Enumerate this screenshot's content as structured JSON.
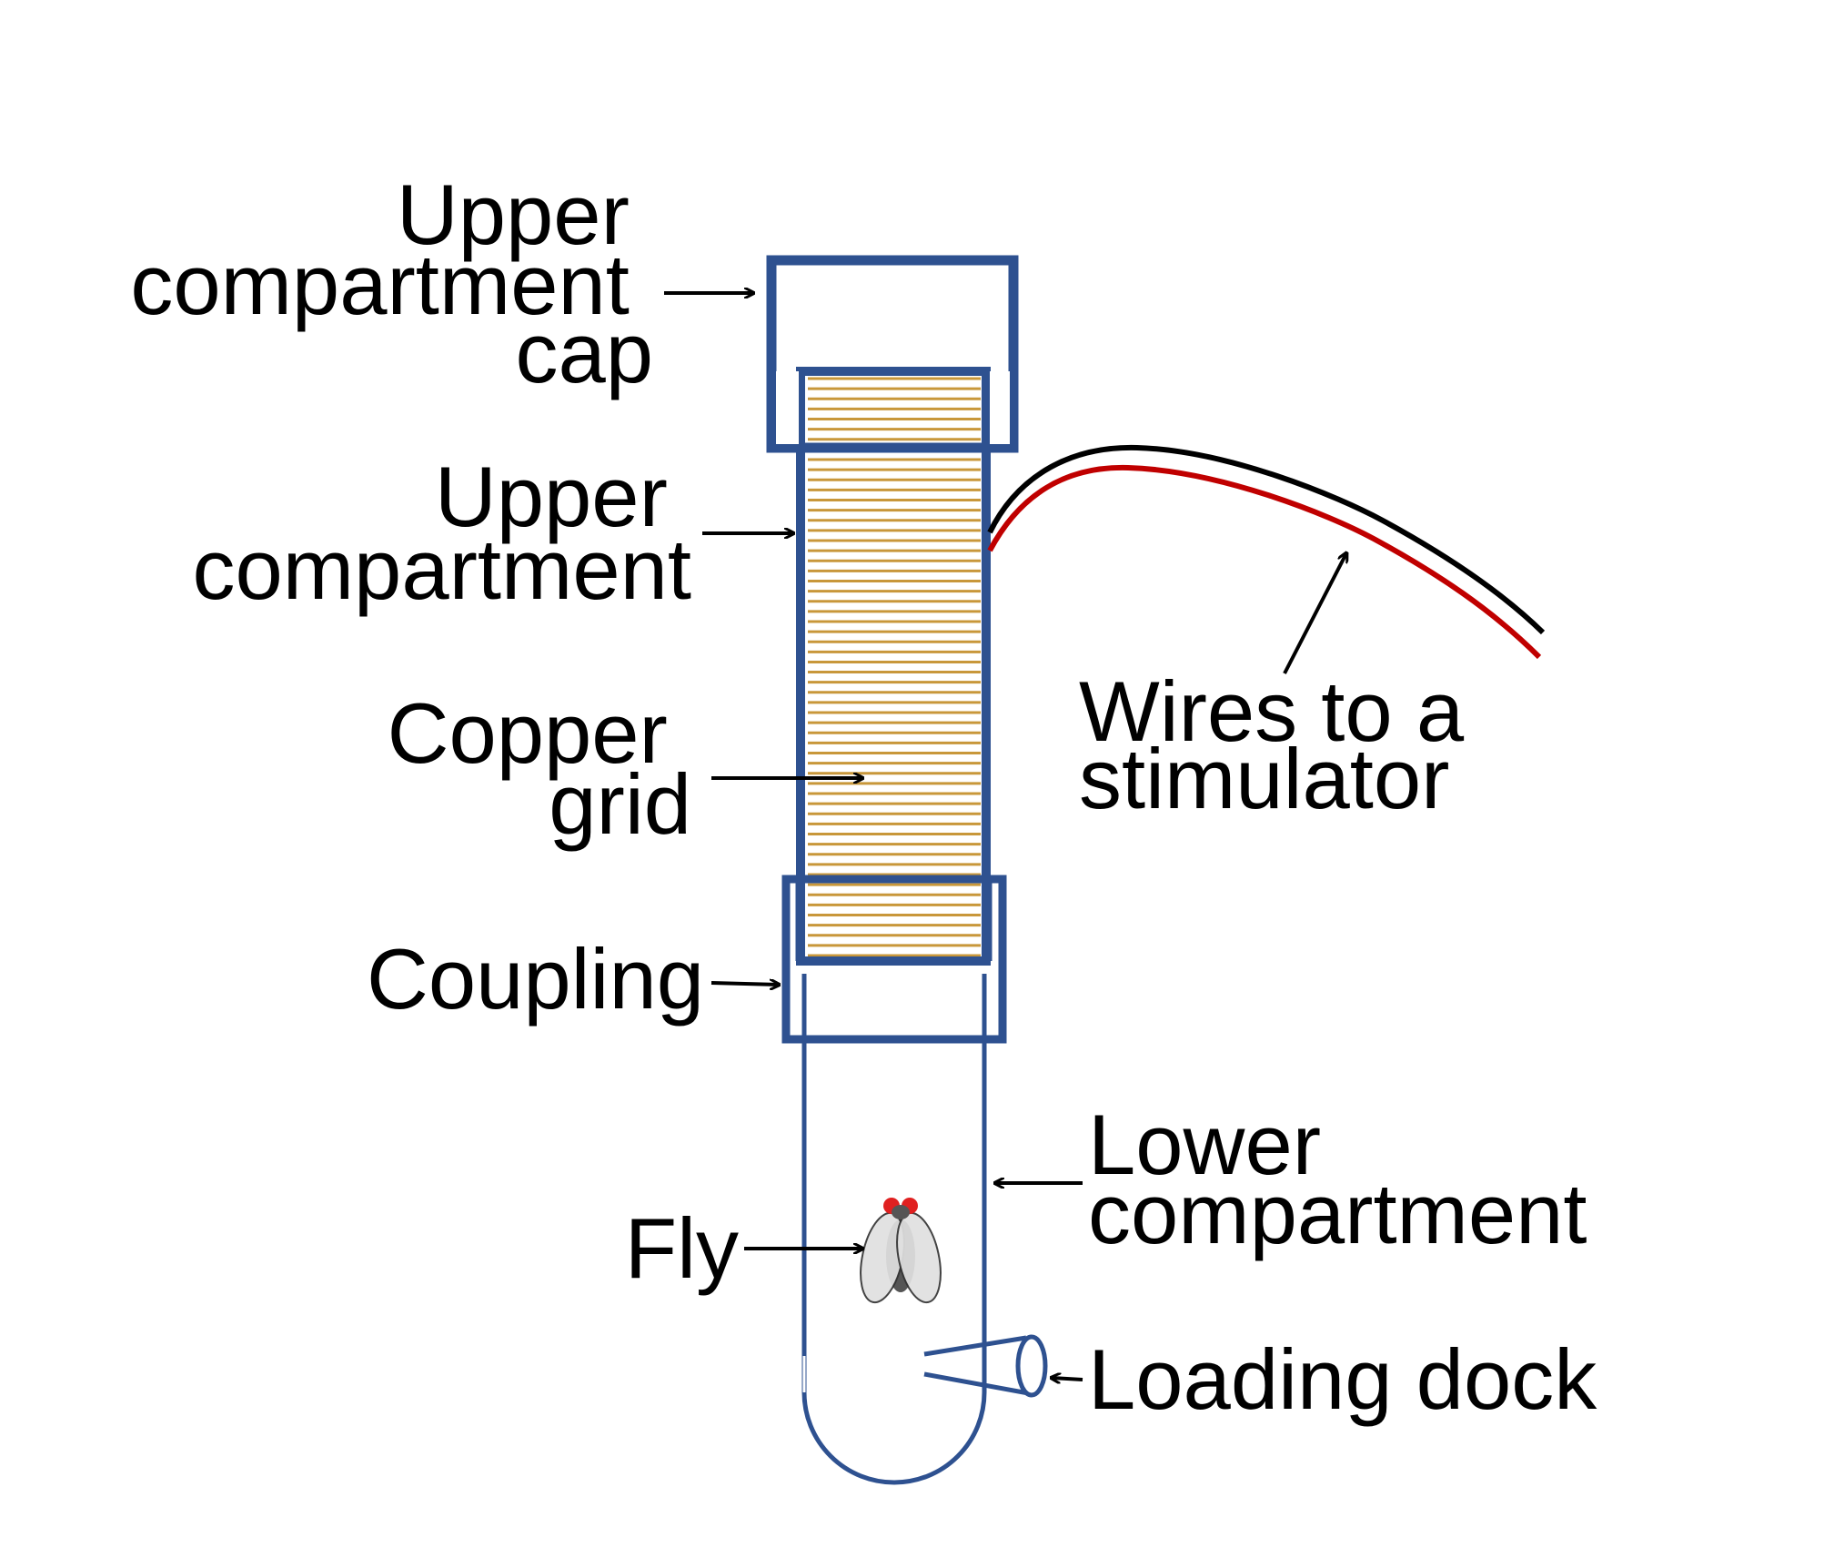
{
  "labels": {
    "cap": [
      "Upper",
      "compartment",
      "cap"
    ],
    "upper": [
      "Upper",
      "compartment"
    ],
    "grid": [
      "Copper",
      "grid"
    ],
    "coupling": "Coupling",
    "fly": "Fly",
    "wires": [
      "Wires to a",
      "stimulator"
    ],
    "lower": [
      "Lower",
      "compartment"
    ],
    "dock": "Loading dock"
  },
  "colors": {
    "tube": "#2e5190",
    "copper": "#c8973a",
    "wire_black": "#000000",
    "wire_red": "#c00000",
    "fly_eye": "#e02020",
    "text": "#000000"
  },
  "copper_grid": {
    "line_count": 58
  }
}
